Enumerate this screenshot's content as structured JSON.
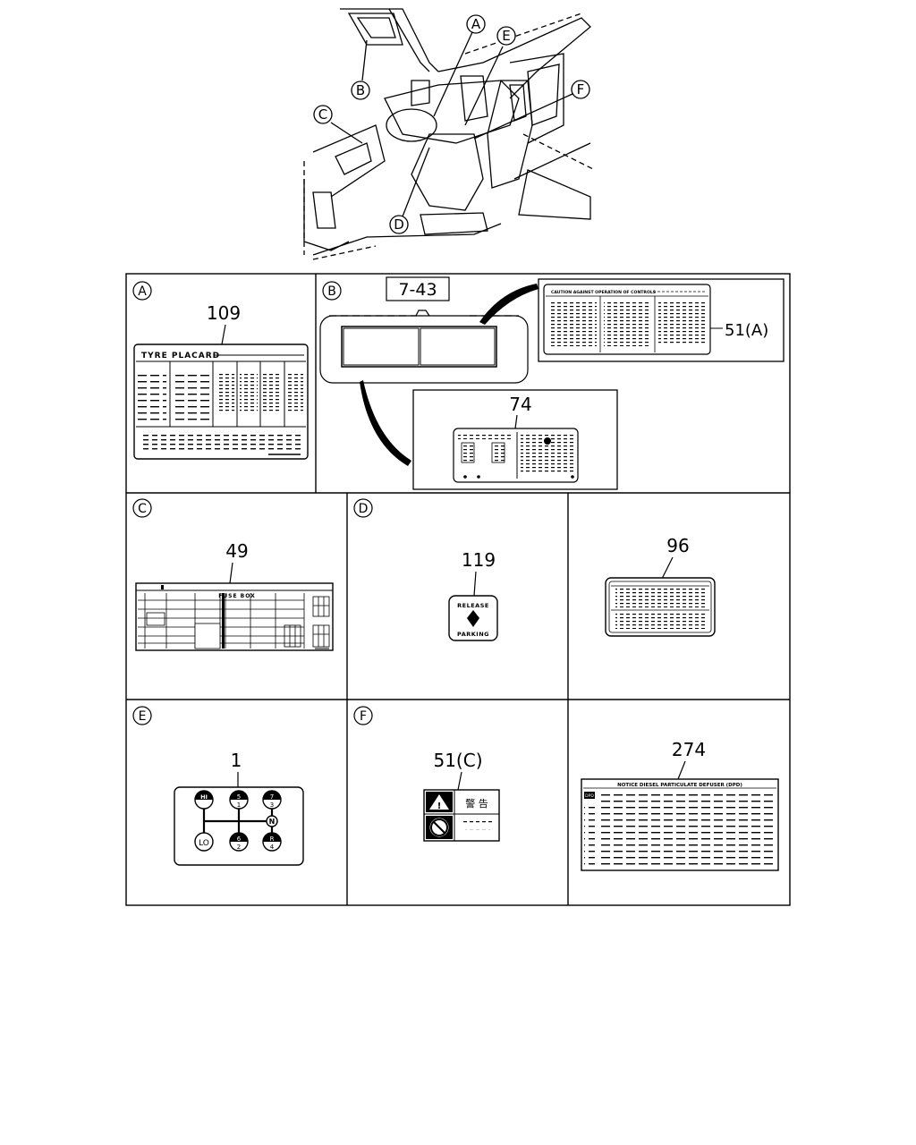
{
  "overview": {
    "callouts": [
      {
        "letter": "A"
      },
      {
        "letter": "B"
      },
      {
        "letter": "C"
      },
      {
        "letter": "D"
      },
      {
        "letter": "E"
      },
      {
        "letter": "F"
      }
    ]
  },
  "panels": {
    "A": {
      "letter": "A",
      "part_no": "109",
      "label_title": "TYRE PLACARD"
    },
    "B": {
      "letter": "B",
      "ref": "7-43",
      "part_no_1": "51(A)",
      "part_no_2": "74",
      "label_title": "CAUTION AGAINST OPERATION OF CONTROLS"
    },
    "C": {
      "letter": "C",
      "part_no": "49",
      "label_title": "FUSE BOX"
    },
    "D": {
      "letter": "D",
      "part_no": "119",
      "label_top": "RELEASE",
      "label_bottom": "PARKING"
    },
    "D2": {
      "part_no": "96"
    },
    "E": {
      "letter": "E",
      "part_no": "1",
      "gears": [
        {
          "label": "HI"
        },
        {
          "label": "LO"
        },
        {
          "label": "5"
        },
        {
          "label": "1"
        },
        {
          "label": "7"
        },
        {
          "label": "3"
        },
        {
          "label": "N"
        },
        {
          "label": "6"
        },
        {
          "label": "2"
        },
        {
          "label": "R"
        },
        {
          "label": "4"
        }
      ]
    },
    "F": {
      "letter": "F",
      "part_no": "51(C)",
      "kanji": "警 告"
    },
    "F2": {
      "part_no": "274",
      "label_title": "NOTICE DIESEL PARTICULATE DEFUSER (DPD)",
      "badge": "DPD"
    }
  }
}
